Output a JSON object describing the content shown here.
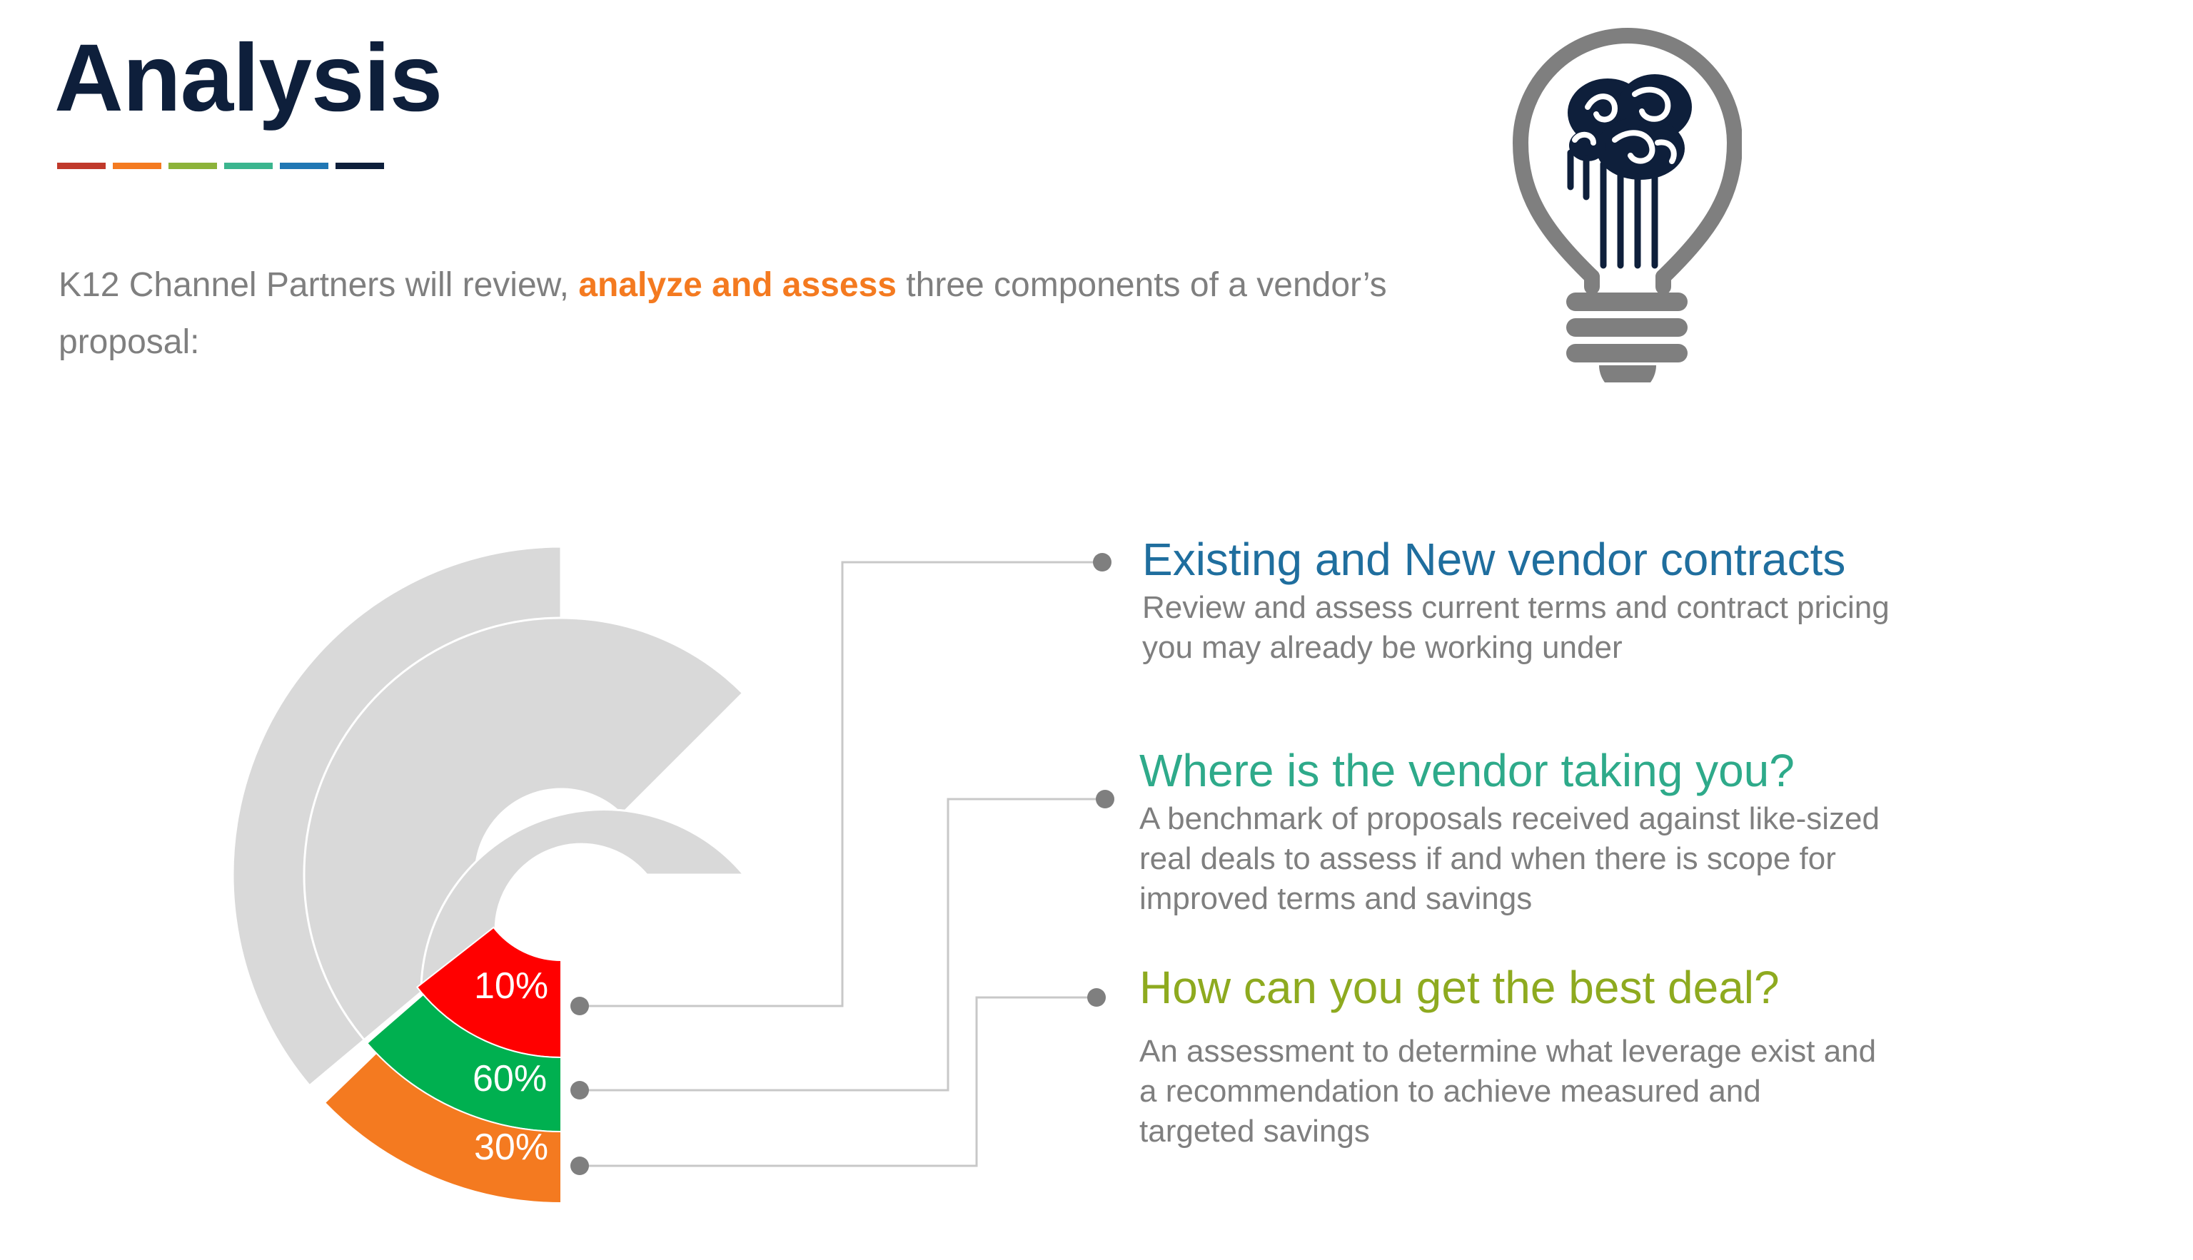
{
  "title": "Analysis",
  "accent_colors": [
    "#c0392b",
    "#f47a20",
    "#8cb33a",
    "#3bb58e",
    "#2077b4",
    "#0e1f3b"
  ],
  "intro": {
    "before": "K12 Channel Partners will review, ",
    "highlight": "analyze and assess",
    "after": " three components of a vendor’s proposal:"
  },
  "icon": "lightbulb-brain-icon",
  "chart_data": {
    "type": "pie",
    "categories": [
      "10%",
      "60%",
      "30%"
    ],
    "values": [
      10,
      60,
      30
    ],
    "colors": [
      "#ff0000",
      "#00b050",
      "#f47a20"
    ]
  },
  "items": [
    {
      "heading": "Existing and New vendor contracts",
      "color": "#1f6e9e",
      "body": "Review and assess current terms and contract pricing you may already be working under"
    },
    {
      "heading": "Where is the vendor taking you?",
      "color": "#2eaa8a",
      "body": "A benchmark of proposals received against like-sized real deals to assess if and when there is scope for improved terms and savings"
    },
    {
      "heading": "How can you get the best deal?",
      "color": "#8eaa1f",
      "body": "An assessment to determine what leverage exist and a recommendation to achieve measured and targeted savings"
    }
  ]
}
